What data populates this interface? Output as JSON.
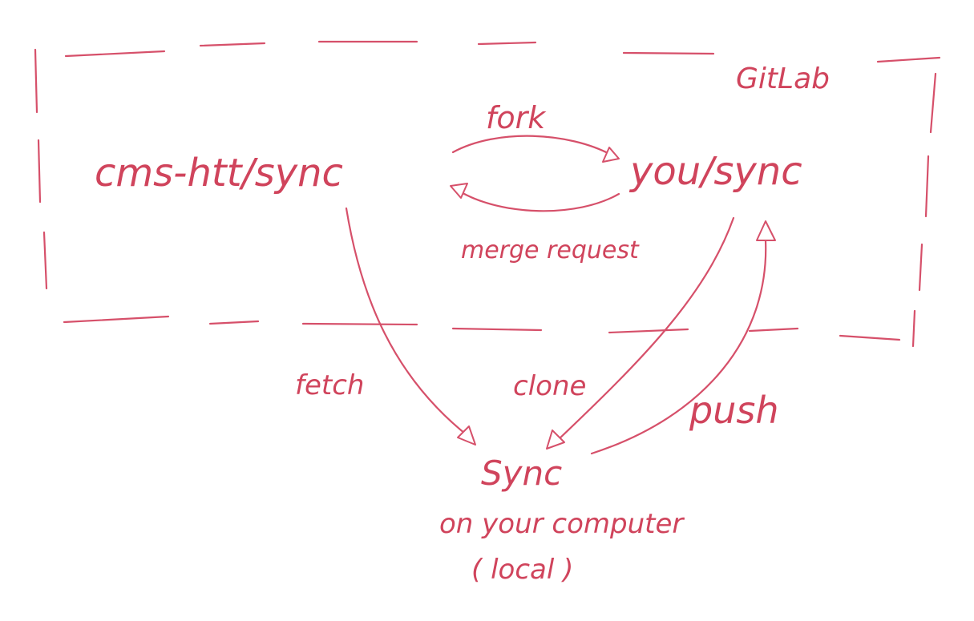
{
  "colors": {
    "ink": "#d0445c",
    "background": "#ffffff"
  },
  "region": {
    "label": "GitLab"
  },
  "nodes": {
    "upstream": "cms-htt/sync",
    "fork": "you/sync",
    "local_name": "Sync",
    "local_line2": "on your computer",
    "local_line3": "( local )"
  },
  "edges": {
    "fork": "fork",
    "merge_request": "merge request",
    "fetch": "fetch",
    "clone": "clone",
    "push": "push"
  }
}
